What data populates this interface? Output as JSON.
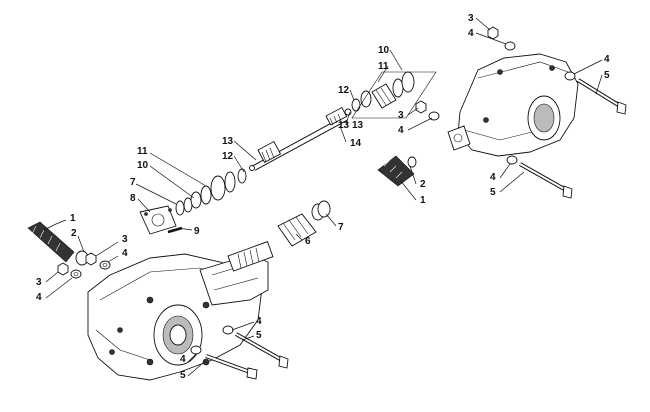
{
  "diagram": {
    "callouts": [
      {
        "id": "c1a",
        "text": "1"
      },
      {
        "id": "c2a",
        "text": "2"
      },
      {
        "id": "c3a",
        "text": "3"
      },
      {
        "id": "c4a",
        "text": "4"
      },
      {
        "id": "c3b",
        "text": "3"
      },
      {
        "id": "c4b",
        "text": "4"
      },
      {
        "id": "c4c",
        "text": "4"
      },
      {
        "id": "c5a",
        "text": "5"
      },
      {
        "id": "c4d",
        "text": "4"
      },
      {
        "id": "c5b",
        "text": "5"
      },
      {
        "id": "c7a",
        "text": "7"
      },
      {
        "id": "c8",
        "text": "8"
      },
      {
        "id": "c9",
        "text": "9"
      },
      {
        "id": "c10a",
        "text": "10"
      },
      {
        "id": "c11a",
        "text": "11"
      },
      {
        "id": "c12a",
        "text": "12"
      },
      {
        "id": "c13a",
        "text": "13"
      },
      {
        "id": "c13b",
        "text": "13"
      },
      {
        "id": "c14",
        "text": "14"
      },
      {
        "id": "c6",
        "text": "6"
      },
      {
        "id": "c7b",
        "text": "7"
      },
      {
        "id": "c10b",
        "text": "10"
      },
      {
        "id": "c11b",
        "text": "11"
      },
      {
        "id": "c12b",
        "text": "12"
      },
      {
        "id": "c13c",
        "text": "13"
      },
      {
        "id": "c3c",
        "text": "3"
      },
      {
        "id": "c4e",
        "text": "4"
      },
      {
        "id": "c3d",
        "text": "3"
      },
      {
        "id": "c4f",
        "text": "4"
      },
      {
        "id": "c4g",
        "text": "4"
      },
      {
        "id": "c5c",
        "text": "5"
      },
      {
        "id": "c4h",
        "text": "4"
      },
      {
        "id": "c5d",
        "text": "5"
      },
      {
        "id": "c2b",
        "text": "2"
      },
      {
        "id": "c1b",
        "text": "1"
      }
    ]
  }
}
